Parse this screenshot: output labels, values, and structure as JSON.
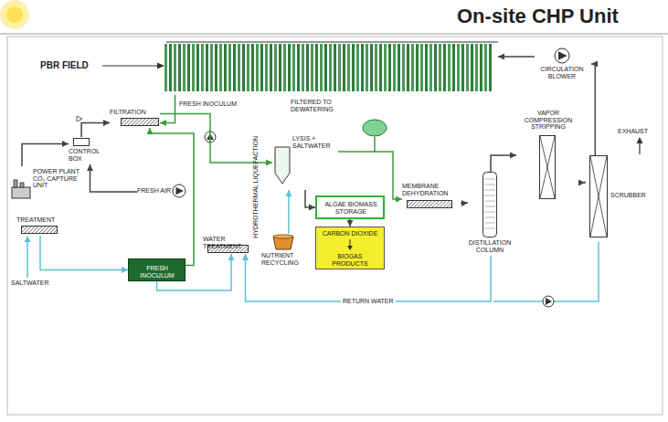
{
  "diagram": {
    "title": "On-site CHP Unit",
    "nodes": [
      {
        "text": [
          "PBR FIELD"
        ]
      },
      {
        "text": [
          "CIRCULATION BLOWER"
        ]
      },
      {
        "text": [
          "FILTRATION"
        ]
      },
      {
        "text": [
          "CONTROL BOX"
        ]
      },
      {
        "text": [
          "POWER PLANT CO₂ CAPTURE UNIT"
        ]
      },
      {
        "text": [
          "FRESH AIR"
        ]
      },
      {
        "text": [
          "TREATMENT"
        ]
      },
      {
        "text": [
          "FRESH INOCULUM"
        ]
      },
      {
        "text": [
          "WATER TREATMENT"
        ]
      },
      {
        "text": [
          "LYSIS + SALTWATER"
        ]
      },
      {
        "text": [
          "ALGAE BIOMASS STORAGE"
        ]
      },
      {
        "text": [
          "CARBON DIOXIDE",
          "BIOGAS PRODUCTS"
        ]
      },
      {
        "text": [
          "NUTRIENT RECYCLING"
        ]
      },
      {
        "text": [
          "MEMBRANE DEHYDRATION"
        ]
      },
      {
        "text": [
          "DISTILLATION COLUMN"
        ]
      },
      {
        "text": [
          "VAPOR COMPRESSION STRIPPING"
        ]
      },
      {
        "text": [
          "SCRUBBER"
        ]
      }
    ],
    "edges": [
      {
        "from": 0,
        "to": 2,
        "arrow": "to"
      },
      {
        "from": 4,
        "to": 3,
        "arrow": "to"
      },
      {
        "from": 3,
        "to": 2,
        "arrow": "to"
      },
      {
        "from": 5,
        "to": 3,
        "arrow": "to"
      },
      {
        "from": 2,
        "to": 9,
        "arrow": "to"
      },
      {
        "from": 9,
        "to": 10,
        "arrow": "to"
      },
      {
        "from": 10,
        "to": 11,
        "arrow": "to"
      },
      {
        "from": 9,
        "to": 13,
        "arrow": "to"
      },
      {
        "from": 13,
        "to": 14,
        "arrow": "to"
      },
      {
        "from": 14,
        "to": 15,
        "arrow": "to"
      },
      {
        "from": 15,
        "to": 16,
        "arrow": "to"
      },
      {
        "from": 16,
        "to": 1,
        "arrow": "to"
      },
      {
        "from": 1,
        "to": 0,
        "arrow": "to"
      },
      {
        "from": 6,
        "to": 7,
        "arrow": "to"
      },
      {
        "from": 7,
        "to": 2,
        "arrow": "to"
      },
      {
        "from": 7,
        "to": 8,
        "arrow": "to"
      },
      {
        "from": 14,
        "to": 8,
        "label": "RETURN WATER",
        "arrow": "to"
      },
      {
        "from": 12,
        "to": 9,
        "arrow": "to"
      }
    ],
    "labels": [
      "FRESH INOCULUM",
      "FILTERED TO DEWATERING",
      "HYDROTHERMAL LIQUEFACTION",
      "SALTWATER",
      "EXHAUST"
    ]
  }
}
